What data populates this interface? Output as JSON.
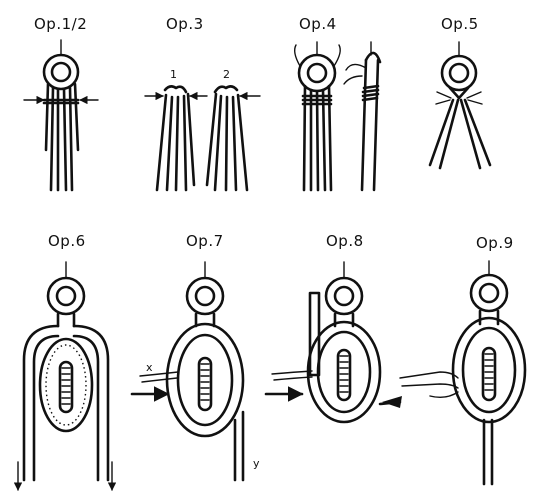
{
  "steps": [
    {
      "label": "Op.1/2"
    },
    {
      "label": "Op.3",
      "marks": [
        "1",
        "2"
      ]
    },
    {
      "label": "Op.4"
    },
    {
      "label": "Op.5"
    },
    {
      "label": "Op.6"
    },
    {
      "label": "Op.7",
      "marks": [
        "x",
        "y"
      ]
    },
    {
      "label": "Op.8"
    },
    {
      "label": "Op.9"
    }
  ]
}
